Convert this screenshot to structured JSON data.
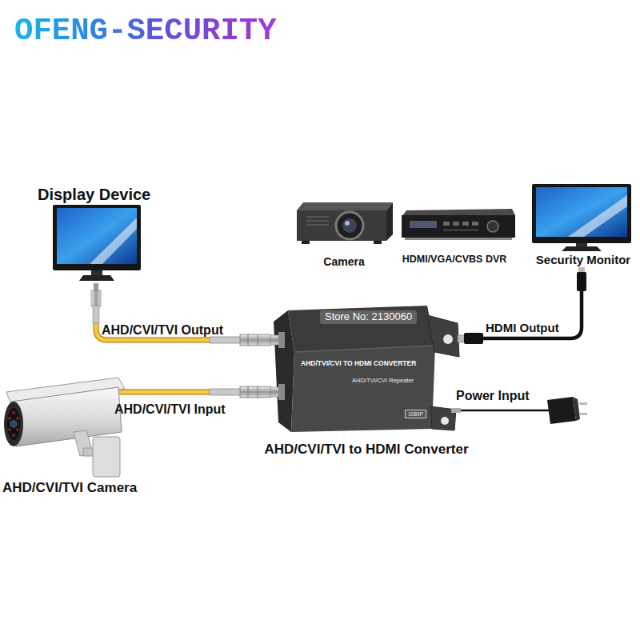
{
  "diagram": {
    "title": "OFENG-SECURITY",
    "nodes": [
      {
        "text": [
          "Display Device"
        ]
      },
      {
        "text": [
          "Camera"
        ]
      },
      {
        "text": [
          "HDMI/VGA/CVBS DVR"
        ]
      },
      {
        "text": [
          "Security Monitor"
        ]
      },
      {
        "text": [
          "AHD/TVI/CVI TO HDMI CONVERTER",
          "AHD/TVI/CVI Repeater",
          "1080P",
          "AHD/CVI/TVI to HDMI Converter"
        ]
      },
      {
        "text": [
          "AHD/CVI/TVI Camera"
        ]
      }
    ],
    "edges": [
      {
        "from": 4,
        "to": 0,
        "arrow": "none",
        "label": "AHD/CVI/TVI Output"
      },
      {
        "from": 5,
        "to": 4,
        "arrow": "none",
        "label": "AHD/CVI/TVI Input"
      },
      {
        "from": 4,
        "to": 3,
        "arrow": "none",
        "label": "HDMI Output"
      }
    ],
    "labels": [
      "Store No: 2130060",
      "Power Input"
    ]
  }
}
